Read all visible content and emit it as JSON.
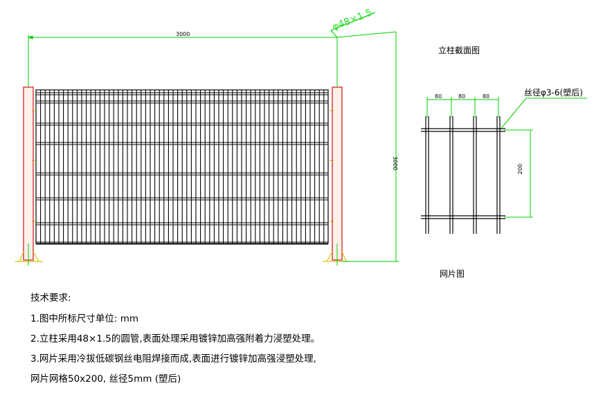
{
  "colors": {
    "post_stroke": "#d01010",
    "post_fill": "#fff0ea",
    "mesh": "#000000",
    "dimension": "#00d000",
    "extension": "#e8e800",
    "text": "#000000"
  },
  "front_view": {
    "width_dim": "3000",
    "height_dim": "3000",
    "pipe_label": "φ48×1.5"
  },
  "section_view": {
    "title": "立柱截面图"
  },
  "mesh_view": {
    "title": "网片图",
    "spacings": [
      "80",
      "80",
      "80"
    ],
    "height_dim": "200",
    "wire_label": "丝径φ3-6(塑后)"
  },
  "notes": {
    "heading": "技术要求:",
    "line1": "1.图中所标尺寸单位: mm",
    "line2": "2.立柱采用48×1.5的圆管,表面处理采用镀锌加高强附着力浸塑处理。",
    "line3": "3.网片采用冷拔低碳钢丝电阻焊接而成,表面进行镀锌加高强浸塑处理,",
    "line4": "网片网格50x200, 丝径5mm (塑后)"
  }
}
